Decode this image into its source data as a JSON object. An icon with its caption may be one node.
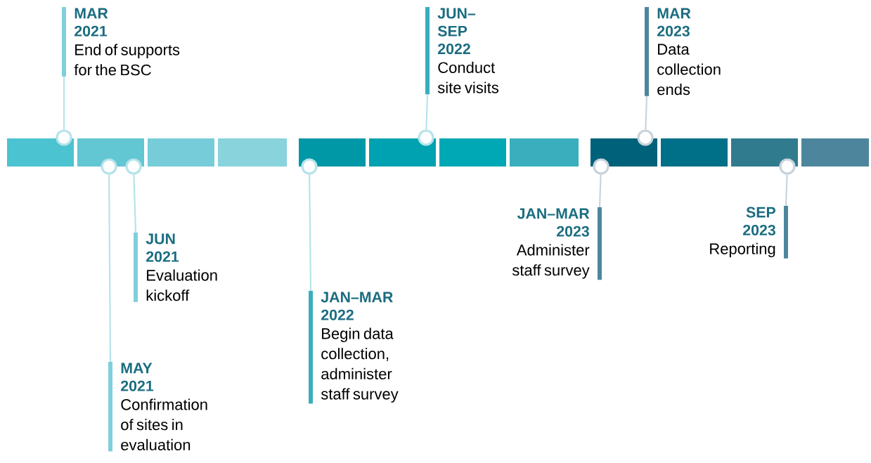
{
  "diagram": {
    "nodes": [
      {
        "text": [
          "MAR 2021",
          "End of supports for the BSC"
        ]
      },
      {
        "text": [
          "MAY 2021",
          "Confirmation of sites in evaluation"
        ]
      },
      {
        "text": [
          "JUN 2021",
          "Evaluation kickoff"
        ]
      },
      {
        "text": [
          "JAN–MAR 2022",
          "Begin data collection, administer staff survey"
        ]
      },
      {
        "text": [
          "JUN–SEP 2022",
          "Conduct site visits"
        ]
      },
      {
        "text": [
          "MAR 2023",
          "Data collection ends"
        ]
      },
      {
        "text": [
          "JAN–MAR 2023",
          "Administer staff survey"
        ]
      },
      {
        "text": [
          "SEP 2023",
          "Reporting"
        ]
      },
      {
        "text": [],
        "shape": "circle"
      },
      {
        "text": [],
        "shape": "circle"
      },
      {
        "text": [],
        "shape": "circle"
      },
      {
        "text": [],
        "shape": "circle"
      },
      {
        "text": [],
        "shape": "circle"
      },
      {
        "text": [],
        "shape": "circle"
      },
      {
        "text": [],
        "shape": "circle"
      },
      {
        "text": [],
        "shape": "circle"
      }
    ],
    "edges": [
      {
        "from": 0,
        "to": 8,
        "arrow": "none"
      },
      {
        "from": 1,
        "to": 9,
        "arrow": "none"
      },
      {
        "from": 2,
        "to": 10,
        "arrow": "none"
      },
      {
        "from": 3,
        "to": 11,
        "arrow": "none"
      },
      {
        "from": 4,
        "to": 12,
        "arrow": "none"
      },
      {
        "from": 5,
        "to": 13,
        "arrow": "none",
        "color": "#c8d3dc"
      },
      {
        "from": 6,
        "to": 14,
        "arrow": "none",
        "color": "#c8d3dc"
      },
      {
        "from": 7,
        "to": 15,
        "arrow": "none",
        "color": "#c8d3dc"
      }
    ]
  }
}
